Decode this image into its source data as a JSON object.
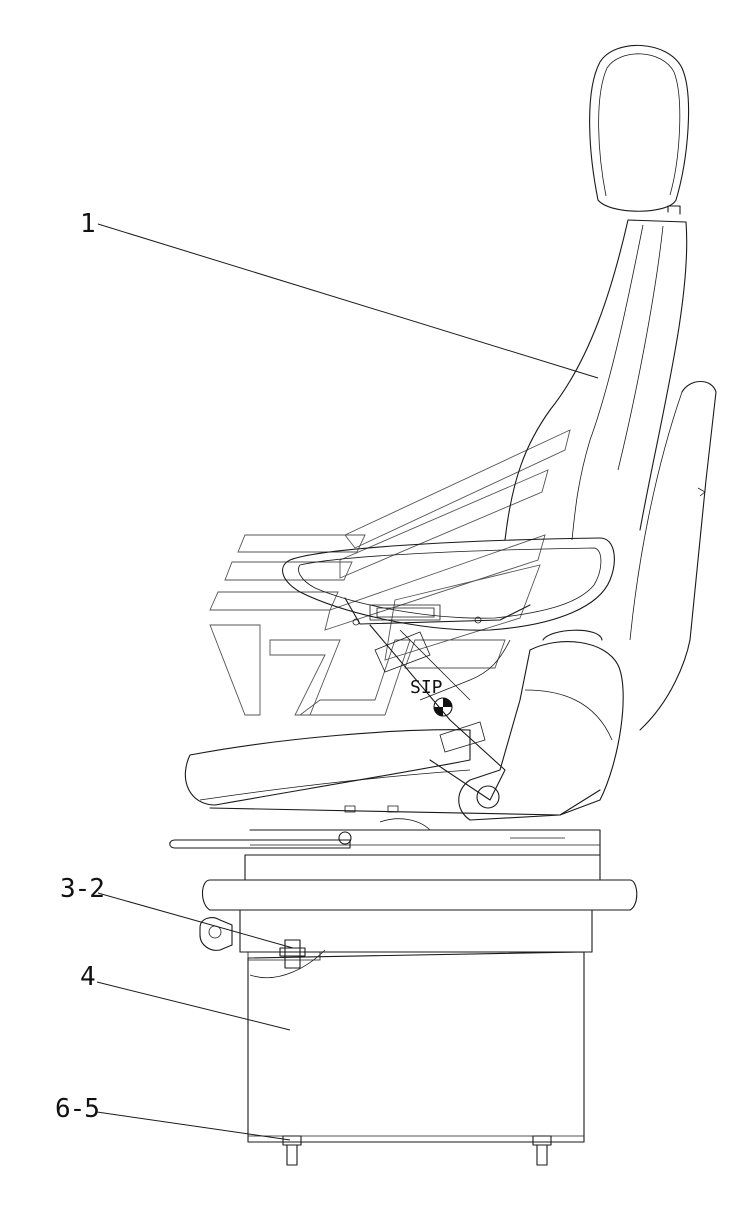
{
  "callouts": {
    "part_1": "1",
    "part_3_2": "3-2",
    "part_4": "4",
    "part_6_5": "6-5"
  },
  "marks": {
    "sip": "SIP"
  }
}
